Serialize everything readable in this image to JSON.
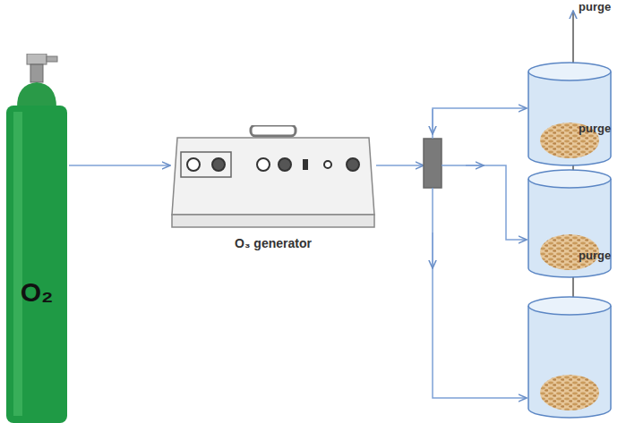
{
  "diagram": {
    "nodes": [
      {
        "text": [
          "O₂"
        ]
      },
      {
        "text": [
          "O₃ generator"
        ]
      }
    ],
    "edges": [
      {
        "from": 0,
        "to": 1,
        "arrow": "to"
      }
    ],
    "labels": [
      "purge",
      "purge",
      "purge"
    ]
  }
}
